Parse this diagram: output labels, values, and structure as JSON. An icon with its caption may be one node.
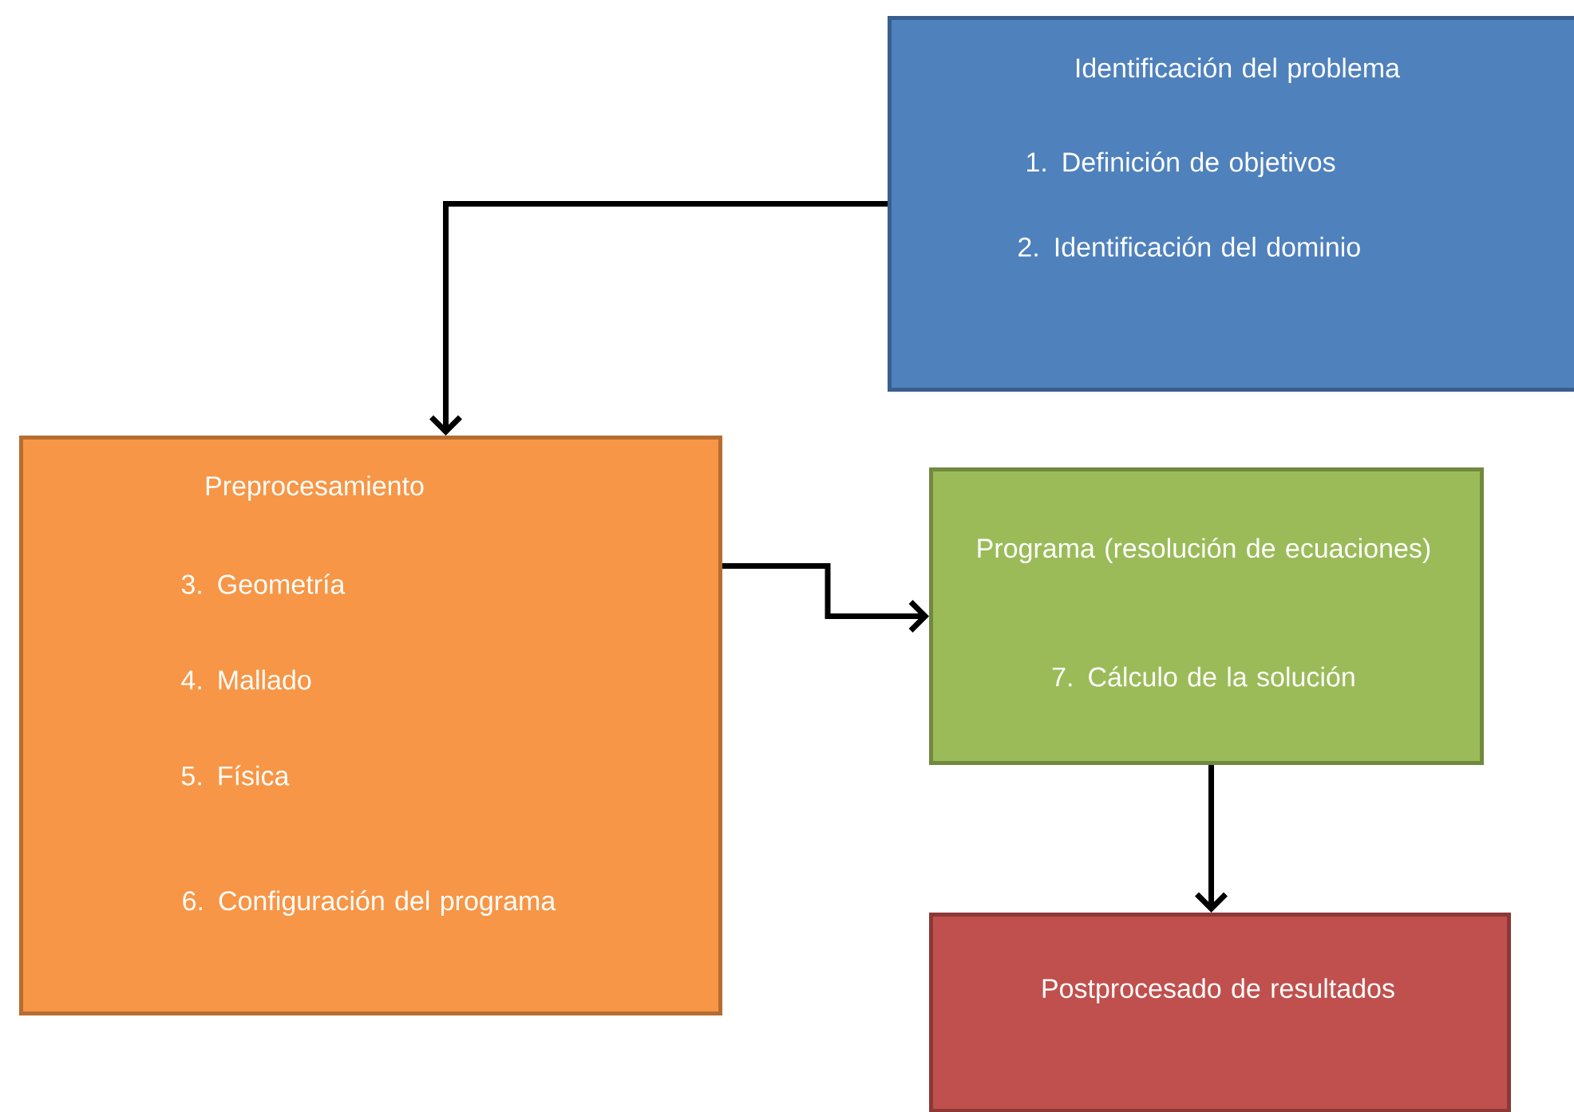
{
  "diagram": {
    "nodes": [
      {
        "text": [
          "Identificación del problema",
          "1. Definición de objetivos",
          "2. Identificación del dominio"
        ]
      },
      {
        "text": [
          "Preprocesamiento",
          "3. Geometría",
          "4. Mallado",
          "5. Física",
          "6. Configuración del programa"
        ]
      },
      {
        "text": [
          "Programa (resolución de ecuaciones)",
          "7. Cálculo de la solución"
        ]
      },
      {
        "text": [
          "Postprocesado de resultados"
        ]
      }
    ],
    "edges": [
      {
        "from": 0,
        "to": 1,
        "arrow": "to"
      },
      {
        "from": 1,
        "to": 2,
        "arrow": "to"
      },
      {
        "from": 2,
        "to": 3,
        "arrow": "to"
      }
    ]
  }
}
